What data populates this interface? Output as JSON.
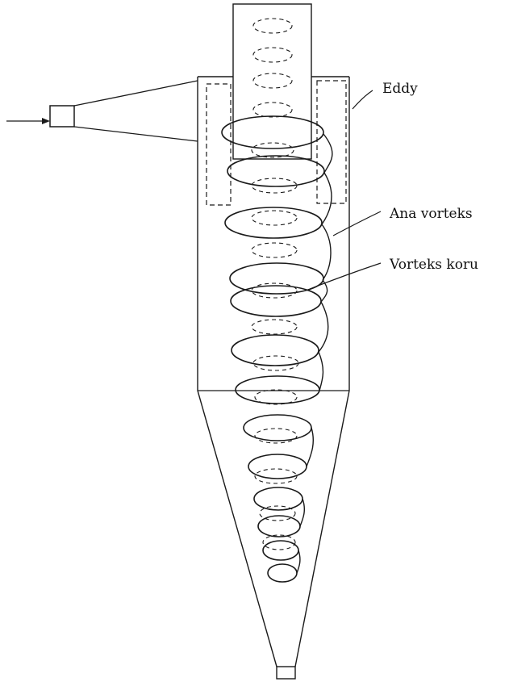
{
  "diagram": {
    "labels": {
      "eddy": "Eddy",
      "main_vortex": "Ana vorteks",
      "vortex_core": "Vorteks koru"
    },
    "colors": {
      "ink": "#1a1a1a",
      "background": "#ffffff"
    }
  }
}
